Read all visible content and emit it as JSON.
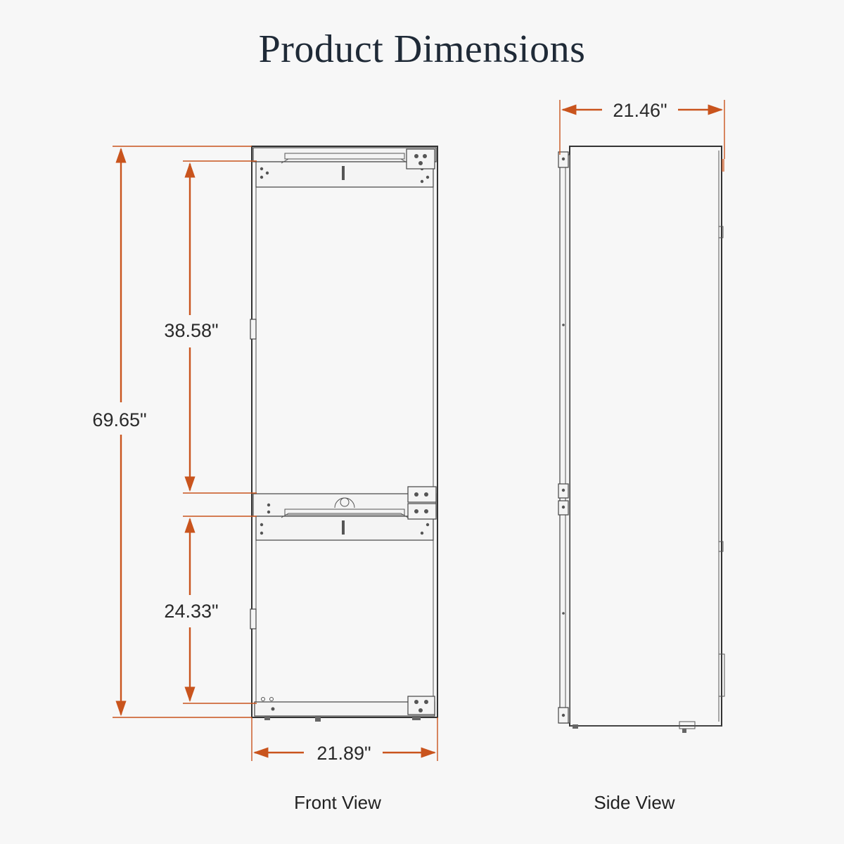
{
  "title": "Product Dimensions",
  "front_view": {
    "label": "Front View",
    "height_overall": "69.65\"",
    "upper_height": "38.58\"",
    "lower_height": "24.33\"",
    "width": "21.89\""
  },
  "side_view": {
    "label": "Side View",
    "depth": "21.46\""
  },
  "colors": {
    "dimension": "#c9541d",
    "line": "#333333",
    "title": "#1f2a37"
  }
}
